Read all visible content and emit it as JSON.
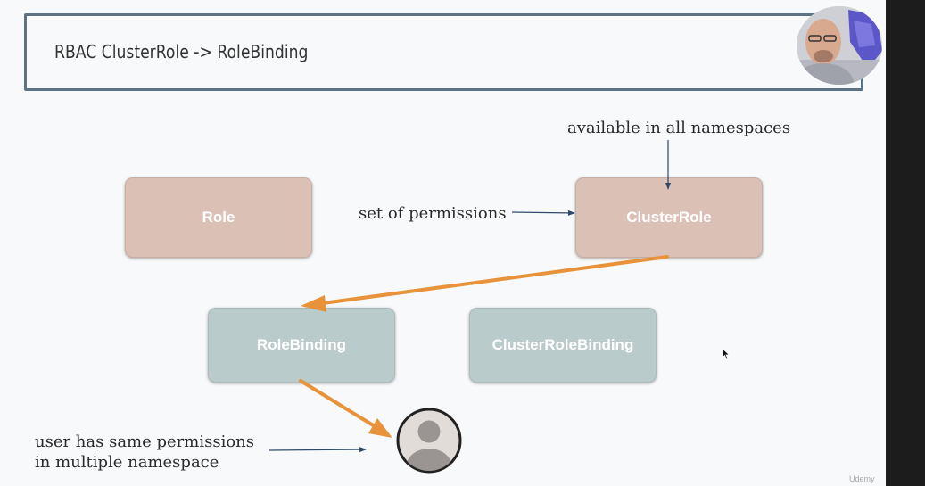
{
  "title": "RBAC ClusterRole -> RoleBinding",
  "boxes": {
    "role": "Role",
    "cluster_role": "ClusterRole",
    "role_binding": "RoleBinding",
    "cluster_role_binding": "ClusterRoleBinding"
  },
  "notes": {
    "available": "available in all namespaces",
    "set_of_permissions": "set of permissions",
    "user_line1": "user has same permissions",
    "user_line2": "in multiple namespace"
  },
  "watermark": "Udemy",
  "colors": {
    "role_fill": "#dbc0b5",
    "binding_fill": "#bacbcb",
    "arrow_orange": "#e8923a",
    "arrow_blue": "#2e4a6b",
    "title_border": "#5b7384"
  }
}
